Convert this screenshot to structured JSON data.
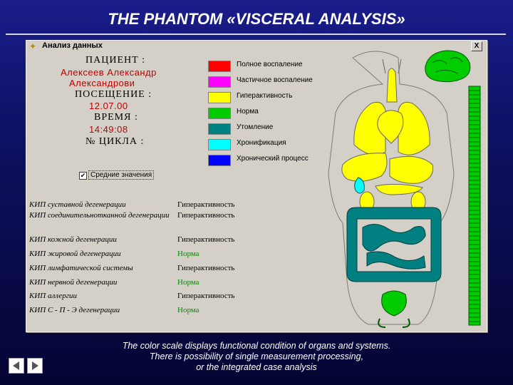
{
  "slide": {
    "title": "THE PHANTOM «VISCERAL ANALYSIS»",
    "caption": [
      "The color scale displays functional condition of organs and systems.",
      "There is possibility of single measurement processing,",
      "or the integrated case analysis"
    ]
  },
  "window": {
    "title": "Анализ данных",
    "close": "X"
  },
  "patient": {
    "patient_label": "ПАЦИЕНТ :",
    "name_line1": "Алексеев Александр",
    "name_line2": "Александрови",
    "visit_label": "ПОСЕЩЕНИЕ :",
    "visit_date": "12.07.00",
    "time_label": "ВРЕМЯ :",
    "time_value": "14:49:08",
    "cycle_label": "№ ЦИКЛА :"
  },
  "legend": [
    {
      "label": "Полное воспаление",
      "color": "#ff0000"
    },
    {
      "label": "Частичное воспаление",
      "color": "#ff00ff"
    },
    {
      "label": "Гиперактивность",
      "color": "#ffff00"
    },
    {
      "label": "Норма",
      "color": "#00cc00"
    },
    {
      "label": "Утомление",
      "color": "#008080"
    },
    {
      "label": "Хронификация",
      "color": "#00ffff"
    },
    {
      "label": "Хронический процесс",
      "color": "#0000ff"
    }
  ],
  "averages_checkbox": {
    "label": "Средние значения",
    "checked": true
  },
  "indicators": [
    {
      "label": "КИП суставной дегенерации",
      "status": "Гиперактивность"
    },
    {
      "label": "КИП соединительнотканной дегенерации",
      "status": "Гиперактивность"
    },
    {
      "label": "КИП кожной дегенерации",
      "status": "Гиперактивность"
    },
    {
      "label": "КИП жировой дегенерации",
      "status": "Норма"
    },
    {
      "label": "КИП лимфатической системы",
      "status": "Гиперактивность"
    },
    {
      "label": "КИП нервной дегенерации",
      "status": "Норма"
    },
    {
      "label": "КИП аллергии",
      "status": "Гиперактивность"
    },
    {
      "label": "КИП С - П - Э    дегенерации",
      "status": "Норма"
    }
  ],
  "organ_colors": {
    "brain": "#00cc00",
    "spine": "#00cc00",
    "lungs": "#ffff00",
    "heart": "#ffff00",
    "liver": "#ffff00",
    "stomach": "#ffff00",
    "gallbladder": "#00ffff",
    "kidneys": "#ffff00",
    "intestine": "#008080",
    "pancreas": "#ffff00",
    "bladder": "#00cc00",
    "outline": "#7a7a7a"
  },
  "nav": {
    "prev": "prev-arrow",
    "next": "next-arrow"
  }
}
